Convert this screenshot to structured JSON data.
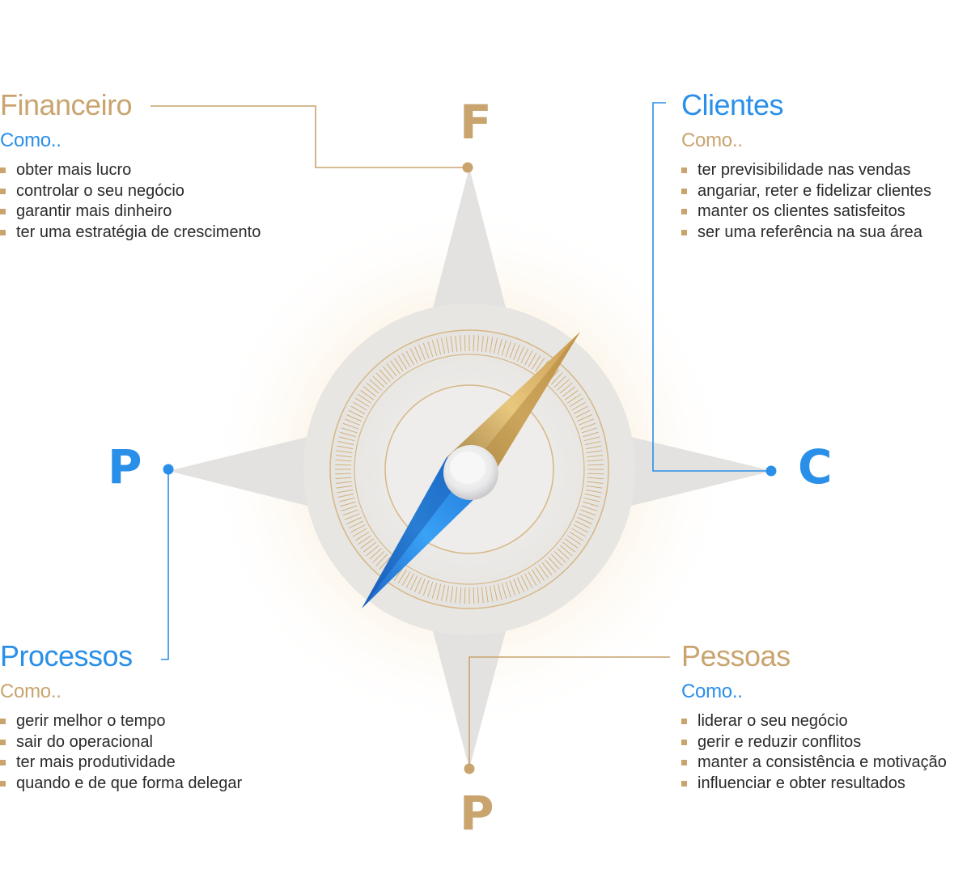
{
  "colors": {
    "gold": "#c9a46f",
    "blue": "#2a8fe8",
    "text": "#2a2a2a",
    "star": "#e4e2e0"
  },
  "letters": {
    "top": "F",
    "right": "C",
    "bottom": "P",
    "left": "P"
  },
  "financeiro": {
    "title": "Financeiro",
    "subtitle": "Como..",
    "items": [
      "obter mais lucro",
      "controlar o seu negócio",
      "garantir mais dinheiro",
      "ter uma estratégia de crescimento"
    ]
  },
  "clientes": {
    "title": "Clientes",
    "subtitle": "Como..",
    "items": [
      "ter previsibilidade nas vendas",
      "angariar, reter e fidelizar clientes",
      "manter os clientes satisfeitos",
      "ser uma referência na sua área"
    ]
  },
  "processos": {
    "title": "Processos",
    "subtitle": "Como..",
    "items": [
      "gerir melhor o tempo",
      "sair do operacional",
      "ter mais produtividade",
      "quando e de que forma delegar"
    ]
  },
  "pessoas": {
    "title": "Pessoas",
    "subtitle": "Como..",
    "items": [
      "liderar o seu negócio",
      "gerir e reduzir conflitos",
      "manter a consistência e motivação",
      "influenciar e obter resultados"
    ]
  }
}
